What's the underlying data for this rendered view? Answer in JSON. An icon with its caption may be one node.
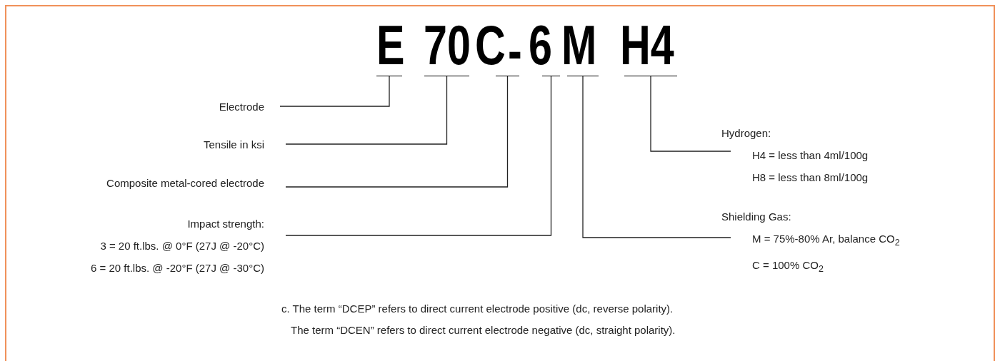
{
  "diagram": {
    "nodes": [
      {
        "text": [
          "E"
        ]
      },
      {
        "text": [
          "70"
        ]
      },
      {
        "text": [
          "C"
        ]
      },
      {
        "text": [
          "6"
        ]
      },
      {
        "text": [
          "M"
        ]
      },
      {
        "text": [
          "H4"
        ]
      },
      {
        "text": [
          "Electrode"
        ]
      },
      {
        "text": [
          "Tensile in ksi"
        ]
      },
      {
        "text": [
          "Composite metal-cored electrode"
        ]
      },
      {
        "text": [
          "Impact strength:",
          "3 = 20 ft.lbs. @ 0°F (27J @ -20°C)",
          "6 = 20 ft.lbs. @ -20°F (27J @ -30°C)"
        ]
      },
      {
        "text": [
          "Hydrogen:",
          "H4 = less than 4ml/100g",
          "H8 = less than 8ml/100g"
        ]
      },
      {
        "text": [
          "Shielding Gas:",
          "M = 75%-80% Ar, balance CO$_{2}$",
          "C = 100% CO$_{2}$"
        ]
      }
    ],
    "edges": [
      {
        "from": 6,
        "to": 0,
        "arrow": "none"
      },
      {
        "from": 7,
        "to": 1,
        "arrow": "none"
      },
      {
        "from": 8,
        "to": 2,
        "arrow": "none"
      },
      {
        "from": 9,
        "to": 3,
        "arrow": "none"
      },
      {
        "from": 10,
        "to": 5,
        "arrow": "none"
      },
      {
        "from": 11,
        "to": 4,
        "arrow": "none"
      }
    ],
    "labels": [
      "-",
      "c. The term “DCEP” refers to direct current electrode positive (dc, reverse polarity).",
      "The term “DCEN” refers to direct current electrode negative (dc, straight polarity)."
    ]
  }
}
